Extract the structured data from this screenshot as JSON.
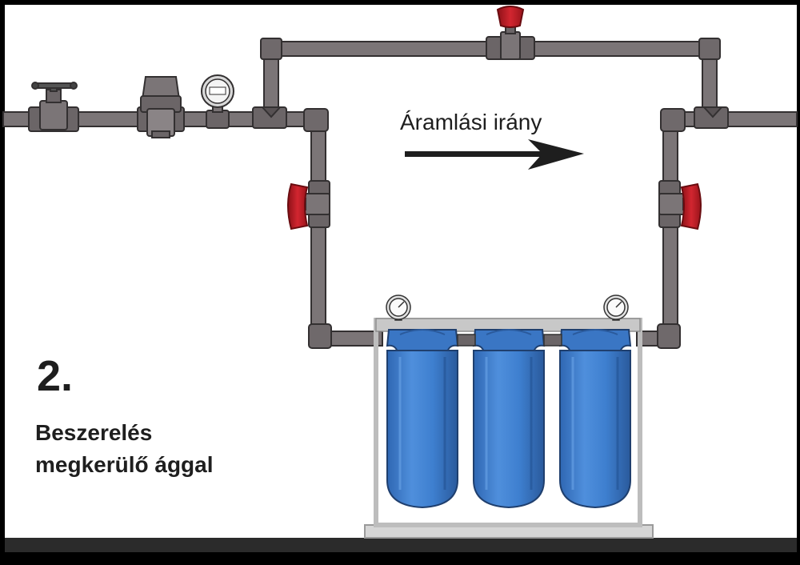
{
  "step_number": "2.",
  "caption": {
    "line1": "Beszerelés",
    "line2": "megkerülő ággal"
  },
  "flow_label": "Áramlási irány",
  "colors": {
    "pipe": "#7b7577",
    "pipe_stroke": "#333031",
    "valve_red": "#c41c24",
    "filter_blue": "#3a76c4",
    "filter_dark": "#2a5a9c",
    "background": "#ffffff",
    "frame": "#000000",
    "floor": "#2b2b2b",
    "text": "#1e1e1e"
  },
  "components": [
    "gate-valve-icon",
    "pressure-reducer-icon",
    "pressure-gauge-icon",
    "bypass-valve-icon",
    "inlet-valve-icon",
    "outlet-valve-icon",
    "filter-housing-icon"
  ]
}
